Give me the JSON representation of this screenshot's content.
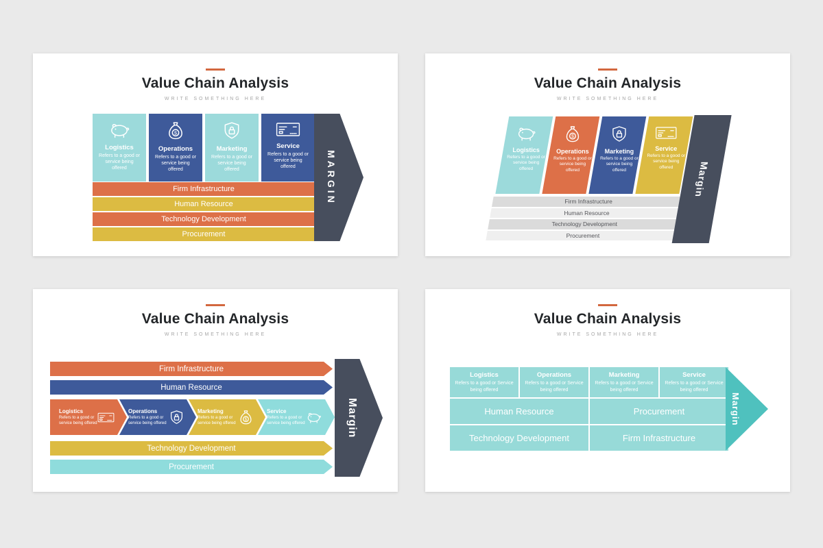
{
  "page": {
    "background": "#EAEAEA"
  },
  "colors": {
    "accent": "#D2673E",
    "orange": "#DD7048",
    "yellow": "#DCBB42",
    "blue": "#3E5A9A",
    "teal": "#9CDADB",
    "teal_table": "#97DAD8",
    "teal_arrow": "#4FC1BE",
    "slate": "#474E5D",
    "gray_bar_dark": "#DBDBDB",
    "gray_bar_light": "#EFEFEF"
  },
  "slide1": {
    "title": "Value Chain Analysis",
    "subtitle": "WRITE SOMETHING HERE",
    "columns": [
      {
        "label": "Logistics",
        "desc": "Refers to a good or service being offered",
        "icon": "piggy-bank-icon"
      },
      {
        "label": "Operations",
        "desc": "Refers to a good or service being offered",
        "icon": "money-bag-icon"
      },
      {
        "label": "Marketing",
        "desc": "Refers to a good or service being offered",
        "icon": "shield-lock-icon"
      },
      {
        "label": "Service",
        "desc": "Refers to a good or service being offered",
        "icon": "cheque-icon"
      }
    ],
    "bars": [
      "Firm Infrastructure",
      "Human Resource",
      "Technology Development",
      "Procurement"
    ],
    "margin_label": "MARGIN"
  },
  "slide2": {
    "title": "Value Chain Analysis",
    "subtitle": "WRITE SOMETHING HERE",
    "columns": [
      {
        "label": "Logistics",
        "desc": "Refers to a good or service being offered",
        "icon": "piggy-bank-icon"
      },
      {
        "label": "Operations",
        "desc": "Refers to a good or service being offered",
        "icon": "money-bag-icon"
      },
      {
        "label": "Marketing",
        "desc": "Refers to a good or service being offered",
        "icon": "shield-lock-icon"
      },
      {
        "label": "Service",
        "desc": "Refers to a good or service being offered",
        "icon": "cheque-icon"
      }
    ],
    "bars": [
      "Firm Infrastructure",
      "Human Resource",
      "Technology Development",
      "Procurement"
    ],
    "margin_label": "Margin"
  },
  "slide3": {
    "title": "Value Chain Analysis",
    "subtitle": "WRITE SOMETHING HERE",
    "top_bars": [
      "Firm Infrastructure",
      "Human Resource"
    ],
    "chevrons": [
      {
        "label": "Logistics",
        "desc": "Refers to a good or service being offered",
        "icon": "cheque-icon"
      },
      {
        "label": "Operations",
        "desc": "Refers to a good or service being offered",
        "icon": "shield-lock-icon"
      },
      {
        "label": "Marketing",
        "desc": "Refers to a good or service being offered",
        "icon": "money-bag-icon"
      },
      {
        "label": "Service",
        "desc": "Refers to a good or service being offered",
        "icon": "piggy-bank-icon"
      }
    ],
    "bottom_bars": [
      "Technology Development",
      "Procurement"
    ],
    "margin_label": "Margin"
  },
  "slide4": {
    "title": "Value Chain Analysis",
    "subtitle": "WRITE SOMETHING HERE",
    "headers": [
      {
        "label": "Logistics",
        "desc": "Refers to a good or Service being offered"
      },
      {
        "label": "Operations",
        "desc": "Refers to a good or Service being offered"
      },
      {
        "label": "Marketing",
        "desc": "Refers to a good or Service being offered"
      },
      {
        "label": "Service",
        "desc": "Refers to a good or Service being offered"
      }
    ],
    "cells": [
      "Human Resource",
      "Procurement",
      "Technology Development",
      "Firm Infrastructure"
    ],
    "margin_label": "Margin"
  }
}
